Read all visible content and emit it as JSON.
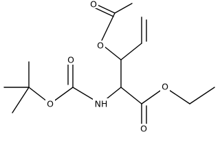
{
  "molecule": {
    "atoms": {
      "ester_carbonyl_o_acetate": "O",
      "ester_bridge_o_acetate": "O",
      "ester_bridge_o_boc": "O",
      "carbonyl_o_boc": "O",
      "amine_n": "NH",
      "carbonyl_o_ethyl_ester": "O",
      "ester_bridge_o_ethyl": "O"
    }
  }
}
